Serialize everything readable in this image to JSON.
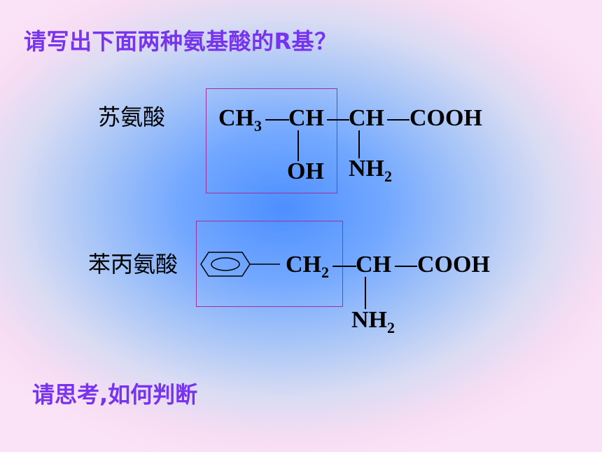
{
  "title": "请写出下面两种氨基酸的R基？",
  "prompt": "请思考,如何判断",
  "threonine": {
    "name": "苏氨酸",
    "group_ch3": "CH",
    "sub_3": "3",
    "group_ch_1": "CH",
    "group_ch_2": "CH",
    "group_cooh": "COOH",
    "group_oh": "OH",
    "group_nh": "NH",
    "sub_2": "2"
  },
  "phenylalanine": {
    "name": "苯丙氨酸",
    "group_ch2": "CH",
    "sub_2a": "2",
    "group_ch": "CH",
    "group_cooh": "COOH",
    "group_nh": "NH",
    "sub_2b": "2"
  },
  "colors": {
    "title_text": "#7733ee",
    "highlight_box": "#a0309a",
    "bond_line": "#000000"
  }
}
